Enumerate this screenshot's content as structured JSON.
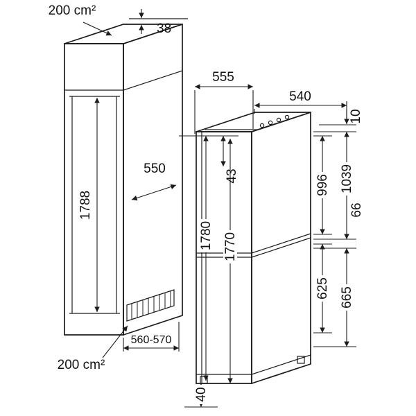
{
  "cabinet": {
    "top_vent_area": "200 cm²",
    "bottom_vent_area": "200 cm²",
    "top_rear_gap": "38",
    "niche_height": "1788",
    "niche_depth": "550",
    "niche_width": "560-570"
  },
  "appliance": {
    "width": "555",
    "top_depth": "540",
    "top_clearance": "10",
    "upper_offset": "43",
    "overall_height": "1780",
    "appliance_height": "1770",
    "upper_door": "996",
    "upper_section": "1039",
    "door_gap": "66",
    "lower_door": "625",
    "lower_section": "665",
    "base_clearance": "40"
  }
}
